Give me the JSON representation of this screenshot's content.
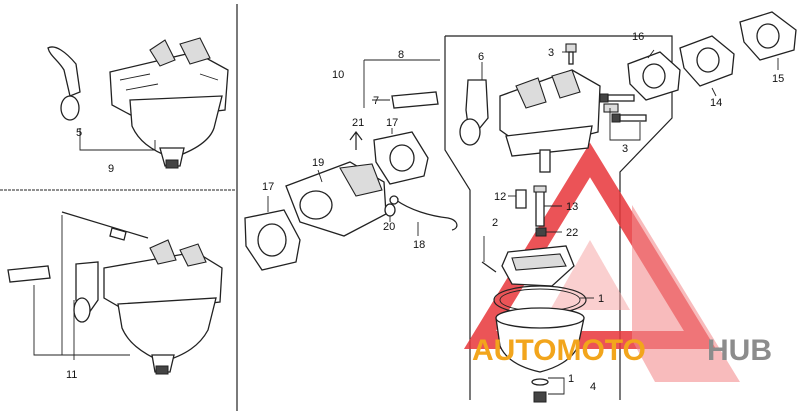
{
  "callouts": {
    "c1a": "1",
    "c1b": "1",
    "c2": "2",
    "c3a": "3",
    "c3b": "3",
    "c4": "4",
    "c5": "5",
    "c6": "6",
    "c7": "7",
    "c8": "8",
    "c9": "9",
    "c10": "10",
    "c11": "11",
    "c12": "12",
    "c13": "13",
    "c14": "14",
    "c15": "15",
    "c16": "16",
    "c17a": "17",
    "c17b": "17",
    "c18": "18",
    "c19": "19",
    "c20": "20",
    "c21": "21",
    "c22": "22"
  },
  "watermark": {
    "part1": "AUTOMOTO",
    "part2": "HUB",
    "color_red": "#e8363a",
    "color_gray": "#8c8c8c",
    "color_orange": "#f2a51c"
  }
}
